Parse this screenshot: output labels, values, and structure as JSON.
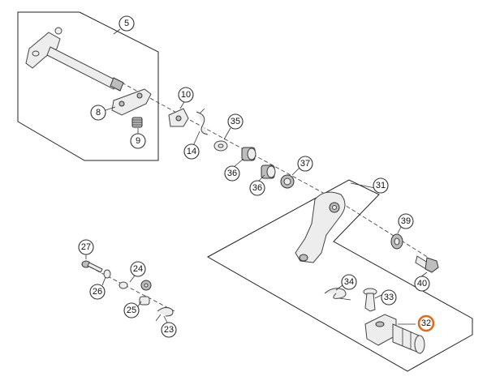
{
  "callouts": [
    {
      "id": "c5",
      "label": "5"
    },
    {
      "id": "c8",
      "label": "8"
    },
    {
      "id": "c9",
      "label": "9"
    },
    {
      "id": "c10",
      "label": "10"
    },
    {
      "id": "c14",
      "label": "14"
    },
    {
      "id": "c35",
      "label": "35"
    },
    {
      "id": "c36a",
      "label": "36"
    },
    {
      "id": "c36b",
      "label": "36"
    },
    {
      "id": "c37",
      "label": "37"
    },
    {
      "id": "c31",
      "label": "31"
    },
    {
      "id": "c39",
      "label": "39"
    },
    {
      "id": "c40",
      "label": "40"
    },
    {
      "id": "c34",
      "label": "34"
    },
    {
      "id": "c33",
      "label": "33"
    },
    {
      "id": "c32",
      "label": "32"
    },
    {
      "id": "c27",
      "label": "27"
    },
    {
      "id": "c26",
      "label": "26"
    },
    {
      "id": "c24",
      "label": "24"
    },
    {
      "id": "c25",
      "label": "25"
    },
    {
      "id": "c23",
      "label": "23"
    }
  ],
  "highlight_color": "#e06a1b"
}
